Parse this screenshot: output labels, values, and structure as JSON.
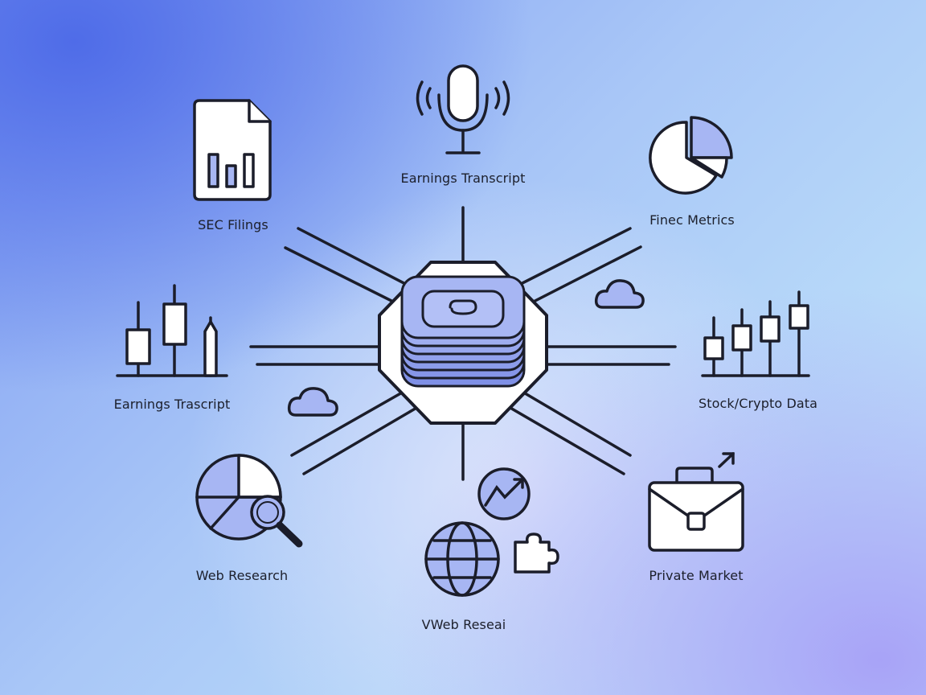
{
  "labels": {
    "sec_filings": "SEC Filings",
    "earnings_transcript_top": "Earnings Transcript",
    "finec_metrics": "Finec Metrics",
    "earnings_trascript_left": "Earnings Trascript",
    "stock_crypto_data": "Stock/Crypto Data",
    "web_research": "Web Research",
    "private_market": "Private Market",
    "vweb_reseai": "VWeb Reseai"
  },
  "colors": {
    "stroke": "#1b1d2a",
    "fill_light": "#ffffff",
    "fill_accent": "#a7b6f3",
    "hub_layer": "#8ea0ec"
  }
}
